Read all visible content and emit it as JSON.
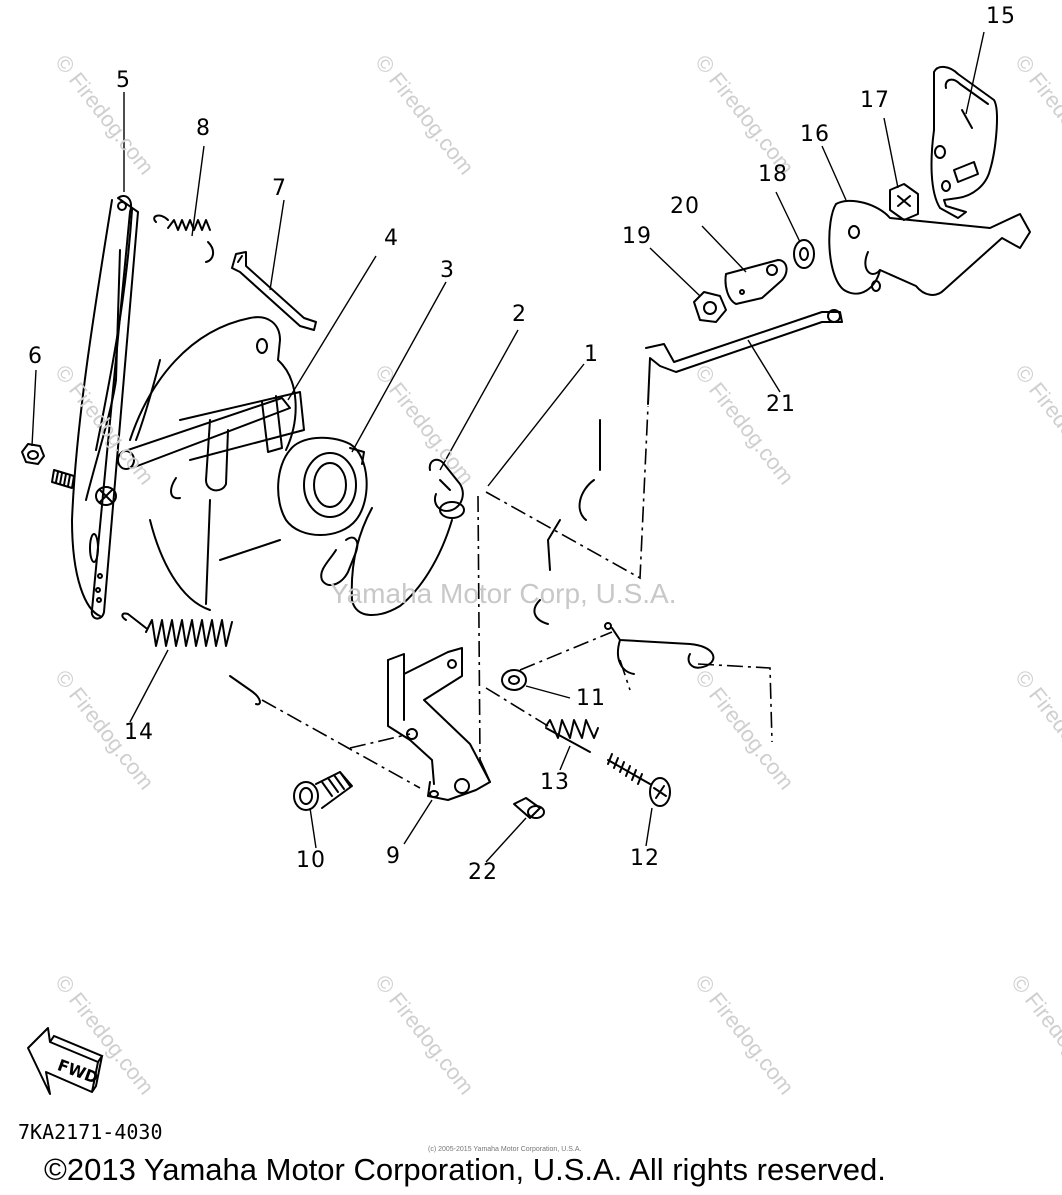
{
  "callouts": [
    "1",
    "2",
    "3",
    "4",
    "5",
    "6",
    "7",
    "8",
    "9",
    "10",
    "11",
    "12",
    "13",
    "14",
    "15",
    "16",
    "17",
    "18",
    "19",
    "20",
    "21",
    "22"
  ],
  "watermark": {
    "brand": "© Firedog.com",
    "center_text": "Yamaha Motor Corp, U.S.A."
  },
  "fwd_label": "FWD",
  "diagram_code": "7KA2171-4030",
  "small_copyright": "(c) 2005-2015 Yamaha Motor Corporation, U.S.A.",
  "copyright": "©2013 Yamaha Motor Corporation, U.S.A. All rights reserved."
}
